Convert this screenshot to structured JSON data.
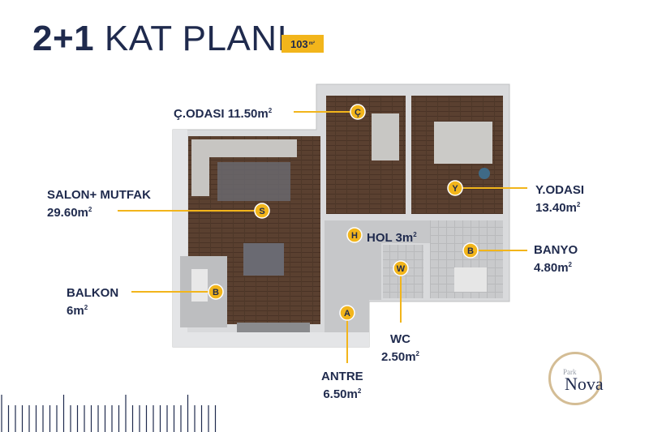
{
  "header": {
    "title_bold": "2+1",
    "title_light": " KAT PLANI",
    "total_area": "103",
    "total_area_unit": "m²"
  },
  "rooms": [
    {
      "key": "cocuk",
      "marker": "Ç",
      "name": "Ç.ODASI",
      "size": "11.50m²"
    },
    {
      "key": "salon",
      "marker": "S",
      "name": "SALON+ MUTFAK",
      "size": "29.60m²"
    },
    {
      "key": "yatak",
      "marker": "Y",
      "name": "Y.ODASI",
      "size": "13.40m²"
    },
    {
      "key": "hol",
      "marker": "H",
      "name": "HOL 3m²",
      "size": ""
    },
    {
      "key": "banyo",
      "marker": "B",
      "name": "BANYO",
      "size": "4.80m²"
    },
    {
      "key": "balkon",
      "marker": "B",
      "name": "BALKON",
      "size": "6m²"
    },
    {
      "key": "wc",
      "marker": "W",
      "name": "WC",
      "size": "2.50m²"
    },
    {
      "key": "antre",
      "marker": "A",
      "name": "ANTRE",
      "size": "6.50m²"
    }
  ],
  "logo": {
    "small": "Park",
    "big": "Nova"
  },
  "colors": {
    "navy": "#1f2a4d",
    "accent": "#f2b51b",
    "wall": "#d9dadc",
    "floor_wood": "#5a4030",
    "floor_tile": "#c9cacc",
    "logo_ring": "#d4bd95"
  }
}
